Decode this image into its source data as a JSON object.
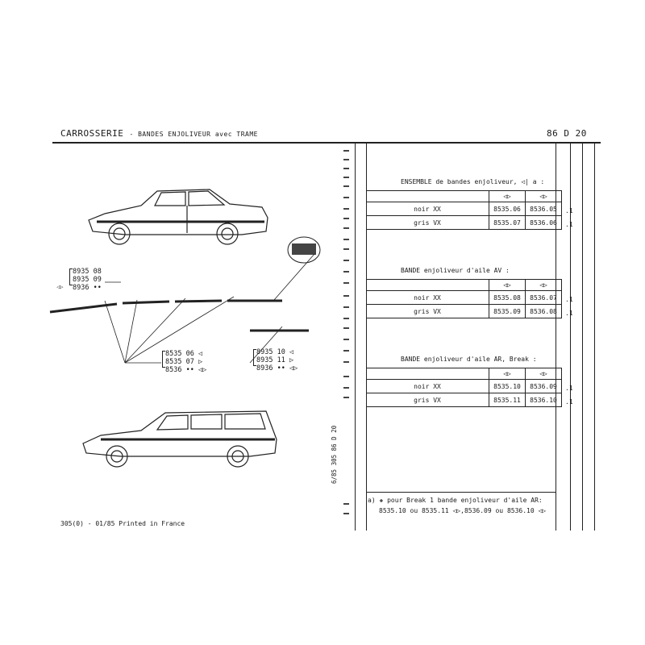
{
  "header": {
    "section": "CARROSSERIE",
    "subtitle": "- BANDES ENJOLIVEUR avec TRAME",
    "code": "86  D 20"
  },
  "footer": {
    "printed": "305(0) - 01/85 Printed in France",
    "side_ref": "6/85  305  86 D 20"
  },
  "callouts": {
    "top_left": {
      "lines": [
        "8935 08",
        "8935 09",
        "8936 ••"
      ],
      "arrows": [
        "",
        "",
        "◁▷"
      ]
    },
    "mid_center": {
      "lines": [
        "8535 06",
        "8535 07",
        "8536 ••"
      ],
      "arrows": [
        "◁",
        "▷",
        "◁▷"
      ]
    },
    "mid_right": {
      "lines": [
        "8935 10",
        "8935 11",
        "8936 ••"
      ],
      "arrows": [
        "◁",
        "▷",
        "◁▷"
      ]
    }
  },
  "sections": [
    {
      "title": "ENSEMBLE de bandes enjoliveur, ◁| a :",
      "head_left": "◁▷",
      "head_right": "◁▷",
      "rows": [
        {
          "label": "noir XX",
          "left": "8535.06",
          "right": "8536.05",
          "qty": ".1"
        },
        {
          "label": "gris VX",
          "left": "8535.07",
          "right": "8536.06",
          "qty": ".1"
        }
      ]
    },
    {
      "title": "BANDE enjoliveur d'aile AV :",
      "head_left": "◁▷",
      "head_right": "◁▷",
      "rows": [
        {
          "label": "noir XX",
          "left": "8535.08",
          "right": "8536.07",
          "qty": ".1"
        },
        {
          "label": "gris VX",
          "left": "8535.09",
          "right": "8536.08",
          "qty": ".1"
        }
      ]
    },
    {
      "title": "BANDE enjoliveur d'aile AR, Break :",
      "head_left": "◁▷",
      "head_right": "◁▷",
      "rows": [
        {
          "label": "noir XX",
          "left": "8535.10",
          "right": "8536.09",
          "qty": ".1"
        },
        {
          "label": "gris VX",
          "left": "8535.11",
          "right": "8536.10",
          "qty": ".1"
        }
      ]
    }
  ],
  "note": {
    "line1": "a)  ✚ pour Break 1 bande enjoliveur d'aile AR:",
    "line2": "8535.10 ou 8535.11 ◁▷,8536.09 ou 8536.10 ◁▷"
  }
}
